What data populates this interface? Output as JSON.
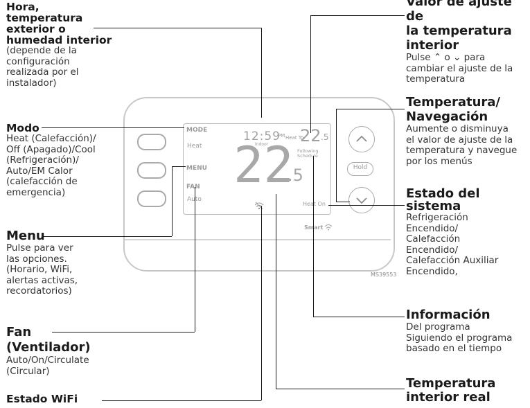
{
  "labels": {
    "clock": {
      "title": "Hora,\ntemperatura\nexterior o\nhumedad interior",
      "desc": "(depende de la\nconfiguración\nrealizada por el\ninstalador)"
    },
    "mode": {
      "title": "Modo",
      "desc": "Heat (Calefacción)/\nOff (Apagado)/Cool\n(Refrigeración)/\nAuto/EM Calor\n(calefacción de\nemergencia)"
    },
    "menu": {
      "title": "Menu",
      "desc": "Pulse para ver\nlas opciones.\n(Horario, WiFi,\nalertas activas,\nrecordatorios)"
    },
    "fan": {
      "title": "Fan\n(Ventilador)",
      "desc": "Auto/On/Circulate\n(Circular)"
    },
    "wifi": {
      "title": "Estado WiFi"
    },
    "setpoint": {
      "title": "Valor de ajuste de\nla temperatura\ninterior",
      "desc": "Pulse ⌃ o ⌄ para\ncambiar el ajuste de la\ntemperatura"
    },
    "navigation": {
      "title": "Temperatura/\nNavegación",
      "desc": "Aumente o disminuya\nel valor de ajuste de la\ntemperatura y navegue\npor los menús"
    },
    "system_status": {
      "title": "Estado del\nsistema",
      "desc": "Refrigeración\nEncendido/\nCalefacción\nEncendido/\nCalefacción Auxiliar\nEncendido,"
    },
    "info": {
      "title": "Información",
      "desc": "Del programa\nSiguiendo el programa\nbasado en el tiempo"
    },
    "indoor_temp": {
      "title": "Temperatura\ninterior real"
    }
  },
  "display": {
    "mode_label": "MODE",
    "mode_value": "Heat",
    "menu_label": "MENU",
    "fan_label": "FAN",
    "fan_value": "Auto",
    "clock": "12:59",
    "clock_ampm": "PM",
    "clock_caption": "Indoor",
    "heat_to": "Heat To",
    "setpoint_main": "22",
    "setpoint_decimal": ".5",
    "schedule": "Following\nSchedule",
    "temp_main": "22",
    "temp_decimal": ".5",
    "status": "Heat On",
    "brand": "Smart",
    "hold_button": "Hold",
    "model_code": "MS39553"
  },
  "icons": {
    "up": "chevron-up-icon",
    "down": "chevron-down-icon",
    "wifi": "wifi-icon"
  }
}
